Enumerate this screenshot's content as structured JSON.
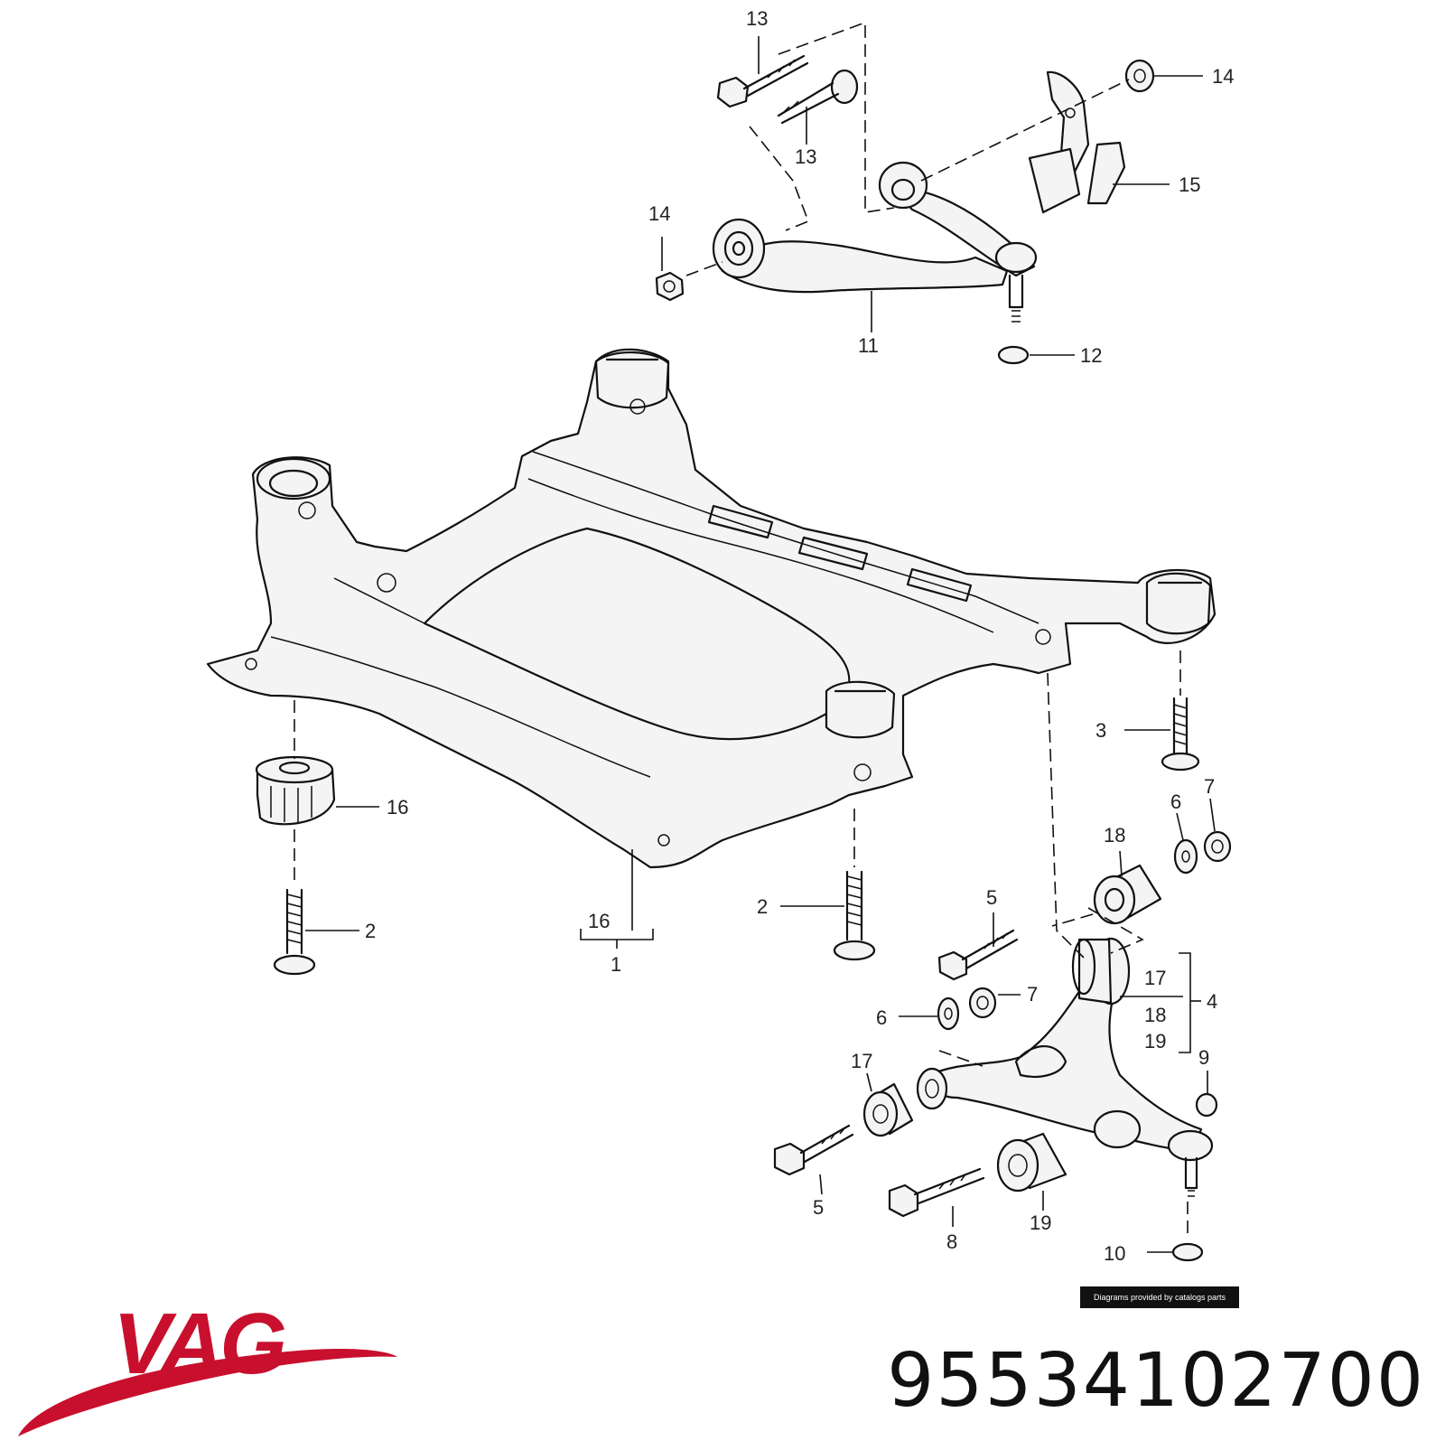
{
  "diagram": {
    "callouts": [
      {
        "id": "c1",
        "text": "13"
      },
      {
        "id": "c2",
        "text": "13"
      },
      {
        "id": "c3",
        "text": "14"
      },
      {
        "id": "c4",
        "text": "14"
      },
      {
        "id": "c5",
        "text": "15"
      },
      {
        "id": "c6",
        "text": "11"
      },
      {
        "id": "c7",
        "text": "12"
      },
      {
        "id": "c8",
        "text": "3"
      },
      {
        "id": "c9",
        "text": "6"
      },
      {
        "id": "c10",
        "text": "7"
      },
      {
        "id": "c11",
        "text": "18"
      },
      {
        "id": "c12",
        "text": "16"
      },
      {
        "id": "c13",
        "text": "2"
      },
      {
        "id": "c14",
        "text": "16"
      },
      {
        "id": "c15",
        "text": "1"
      },
      {
        "id": "c16",
        "text": "2"
      },
      {
        "id": "c17",
        "text": "5"
      },
      {
        "id": "c18",
        "text": "17"
      },
      {
        "id": "c19",
        "text": "4"
      },
      {
        "id": "c20",
        "text": "18"
      },
      {
        "id": "c21",
        "text": "19"
      },
      {
        "id": "c22",
        "text": "7"
      },
      {
        "id": "c23",
        "text": "6"
      },
      {
        "id": "c24",
        "text": "9"
      },
      {
        "id": "c25",
        "text": "17"
      },
      {
        "id": "c26",
        "text": "5"
      },
      {
        "id": "c27",
        "text": "8"
      },
      {
        "id": "c28",
        "text": "19"
      },
      {
        "id": "c29",
        "text": "10"
      }
    ],
    "credit": "Diagrams provided by catalogs parts"
  },
  "brand": {
    "logo_text": "VAG",
    "logo_color": "#c8102e"
  },
  "part_number": "95534102700"
}
